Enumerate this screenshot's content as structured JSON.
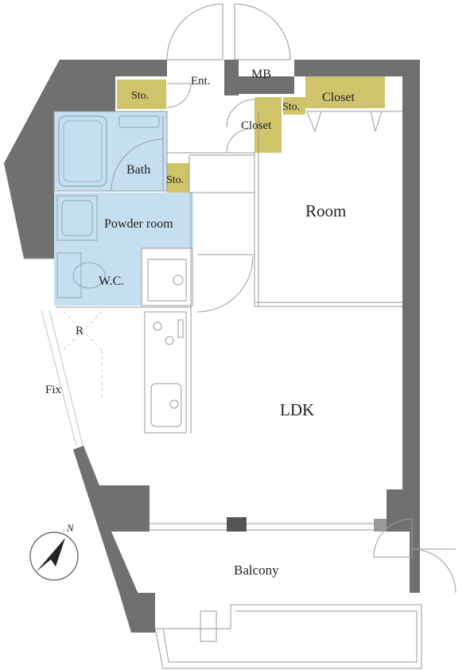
{
  "colors": {
    "wall": "#707070",
    "wet_area": "#c5dff0",
    "storage": "#cfc46a",
    "line": "#9a9a9a"
  },
  "rooms": {
    "entrance": "Ent.",
    "meter_box": "MB",
    "storage_entrance": "Sto.",
    "storage_center": "Sto.",
    "storage_room_top": "Sto.",
    "closet_hall": "Closet",
    "closet_room": "Closet",
    "bath": "Bath",
    "powder_room": "Powder room",
    "wc": "W.C.",
    "room": "Room",
    "ldk": "LDK",
    "refrigerator": "R",
    "fix_window": "Fix",
    "balcony": "Balcony"
  },
  "compass": {
    "label": "N",
    "icon": "north-arrow-icon"
  }
}
